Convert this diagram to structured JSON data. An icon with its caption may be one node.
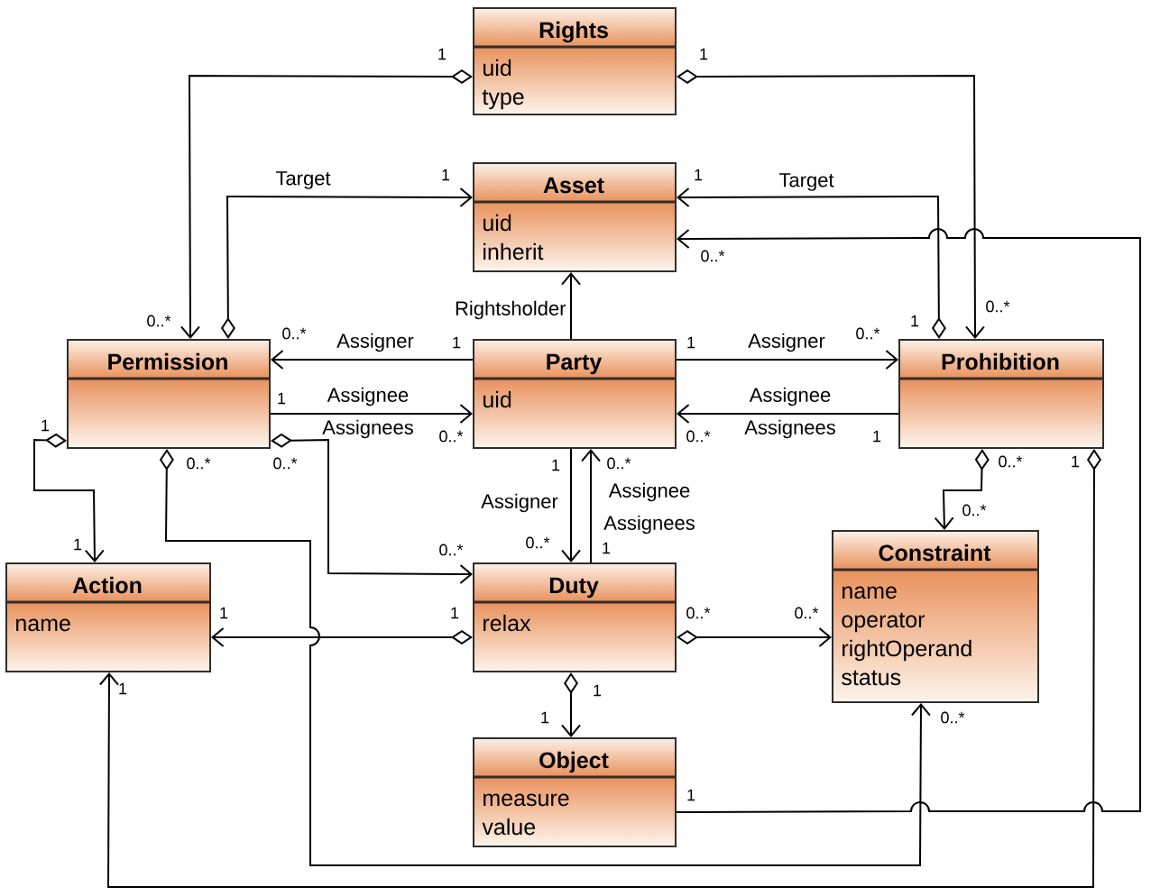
{
  "diagram": {
    "nodes": [
      {
        "text": [
          "Rights",
          "uid",
          "type"
        ]
      },
      {
        "text": [
          "Asset",
          "uid",
          "inherit"
        ]
      },
      {
        "text": [
          "Permission"
        ]
      },
      {
        "text": [
          "Party",
          "uid"
        ]
      },
      {
        "text": [
          "Prohibition"
        ]
      },
      {
        "text": [
          "Action",
          "name"
        ]
      },
      {
        "text": [
          "Duty",
          "relax"
        ]
      },
      {
        "text": [
          "Constraint",
          "name",
          "operator",
          "rightOperand",
          "status"
        ]
      },
      {
        "text": [
          "Object",
          "measure",
          "value"
        ]
      }
    ],
    "edges": [
      {
        "from": 0,
        "to": 2,
        "arrow": "to"
      },
      {
        "from": 0,
        "to": 4,
        "arrow": "to"
      },
      {
        "from": 2,
        "to": 1,
        "arrow": "to",
        "label": "Target"
      },
      {
        "from": 4,
        "to": 1,
        "arrow": "to",
        "label": "Target"
      },
      {
        "from": 3,
        "to": 2,
        "arrow": "to",
        "label": "Assigner"
      },
      {
        "from": 2,
        "to": 3,
        "arrow": "to",
        "label": "Assignee Assignees"
      },
      {
        "from": 3,
        "to": 4,
        "arrow": "to",
        "label": "Assigner"
      },
      {
        "from": 4,
        "to": 3,
        "arrow": "to",
        "label": "Assignee Assignees"
      },
      {
        "from": 3,
        "to": 1,
        "arrow": "to",
        "label": "Rightsholder"
      },
      {
        "from": 3,
        "to": 6,
        "arrow": "to",
        "label": "Assigner"
      },
      {
        "from": 6,
        "to": 3,
        "arrow": "to",
        "label": "Assignee Assignees"
      },
      {
        "from": 2,
        "to": 5,
        "arrow": "to"
      },
      {
        "from": 2,
        "to": 6,
        "arrow": "to"
      },
      {
        "from": 2,
        "to": 7,
        "arrow": "to"
      },
      {
        "from": 6,
        "to": 5,
        "arrow": "to"
      },
      {
        "from": 6,
        "to": 7,
        "arrow": "to"
      },
      {
        "from": 6,
        "to": 8,
        "arrow": "to"
      },
      {
        "from": 4,
        "to": 7,
        "arrow": "to"
      },
      {
        "from": 4,
        "to": 5,
        "arrow": "to"
      },
      {
        "from": 8,
        "to": 1,
        "arrow": "to"
      }
    ],
    "labels": [
      "1",
      "1",
      "1",
      "1",
      "0..*",
      "0..*",
      "0..*",
      "1",
      "0..*",
      "0..*",
      "1",
      "1",
      "1",
      "1",
      "0..*",
      "0..*",
      "1",
      "0..*",
      "0..*",
      "1",
      "0..*",
      "0..*",
      "1",
      "0..*",
      "1",
      "0..*",
      "0..*",
      "1",
      "1",
      "1",
      "0..*",
      "0..*",
      "1",
      "1",
      "1",
      "0..*",
      "1"
    ]
  }
}
